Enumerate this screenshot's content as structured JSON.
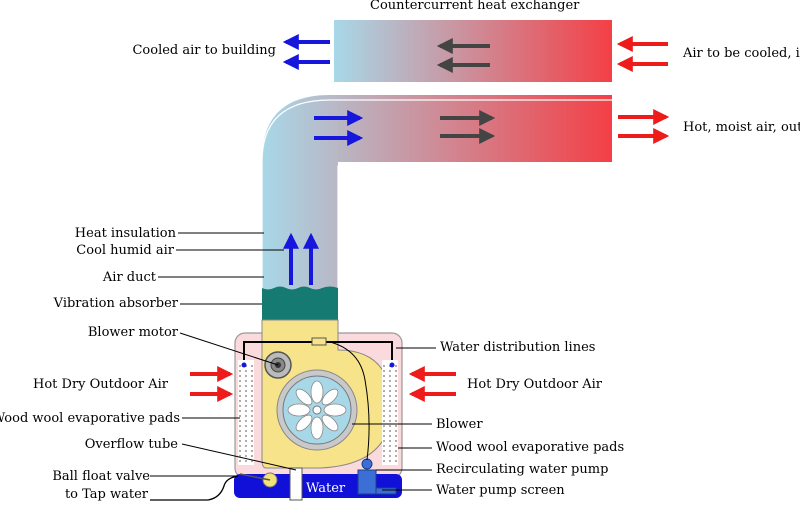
{
  "title": "Countercurrent heat exchanger",
  "labels": {
    "cooled_air": "Cooled air to building",
    "air_to_be_cooled": "Air to be cooled, in",
    "hot_moist_out": "Hot, moist air, out",
    "heat_insulation": "Heat insulation",
    "cool_humid_air": "Cool humid air",
    "air_duct": "Air duct",
    "vibration_absorber": "Vibration absorber",
    "blower_motor": "Blower motor",
    "water_distribution": "Water distribution lines",
    "hot_dry_left": "Hot Dry Outdoor Air",
    "hot_dry_right": "Hot Dry Outdoor Air",
    "pads_left": "Wood wool evaporative pads",
    "pads_right": "Wood wool evaporative pads",
    "blower": "Blower",
    "overflow_tube": "Overflow tube",
    "recirc_pump": "Recirculating water pump",
    "ball_float": "Ball float valve",
    "tap_water": "to Tap water",
    "pump_screen": "Water pump screen",
    "water": "Water"
  },
  "colors": {
    "hot": "#f43f46",
    "cool": "#a8d8e8",
    "blue_arrow": "#1616dc",
    "red_arrow": "#ee1b1b",
    "gray_arrow": "#444444",
    "housing": "#fadadd",
    "blower_body": "#f7e38a",
    "absorber": "#157a72",
    "water": "#1010d8"
  }
}
